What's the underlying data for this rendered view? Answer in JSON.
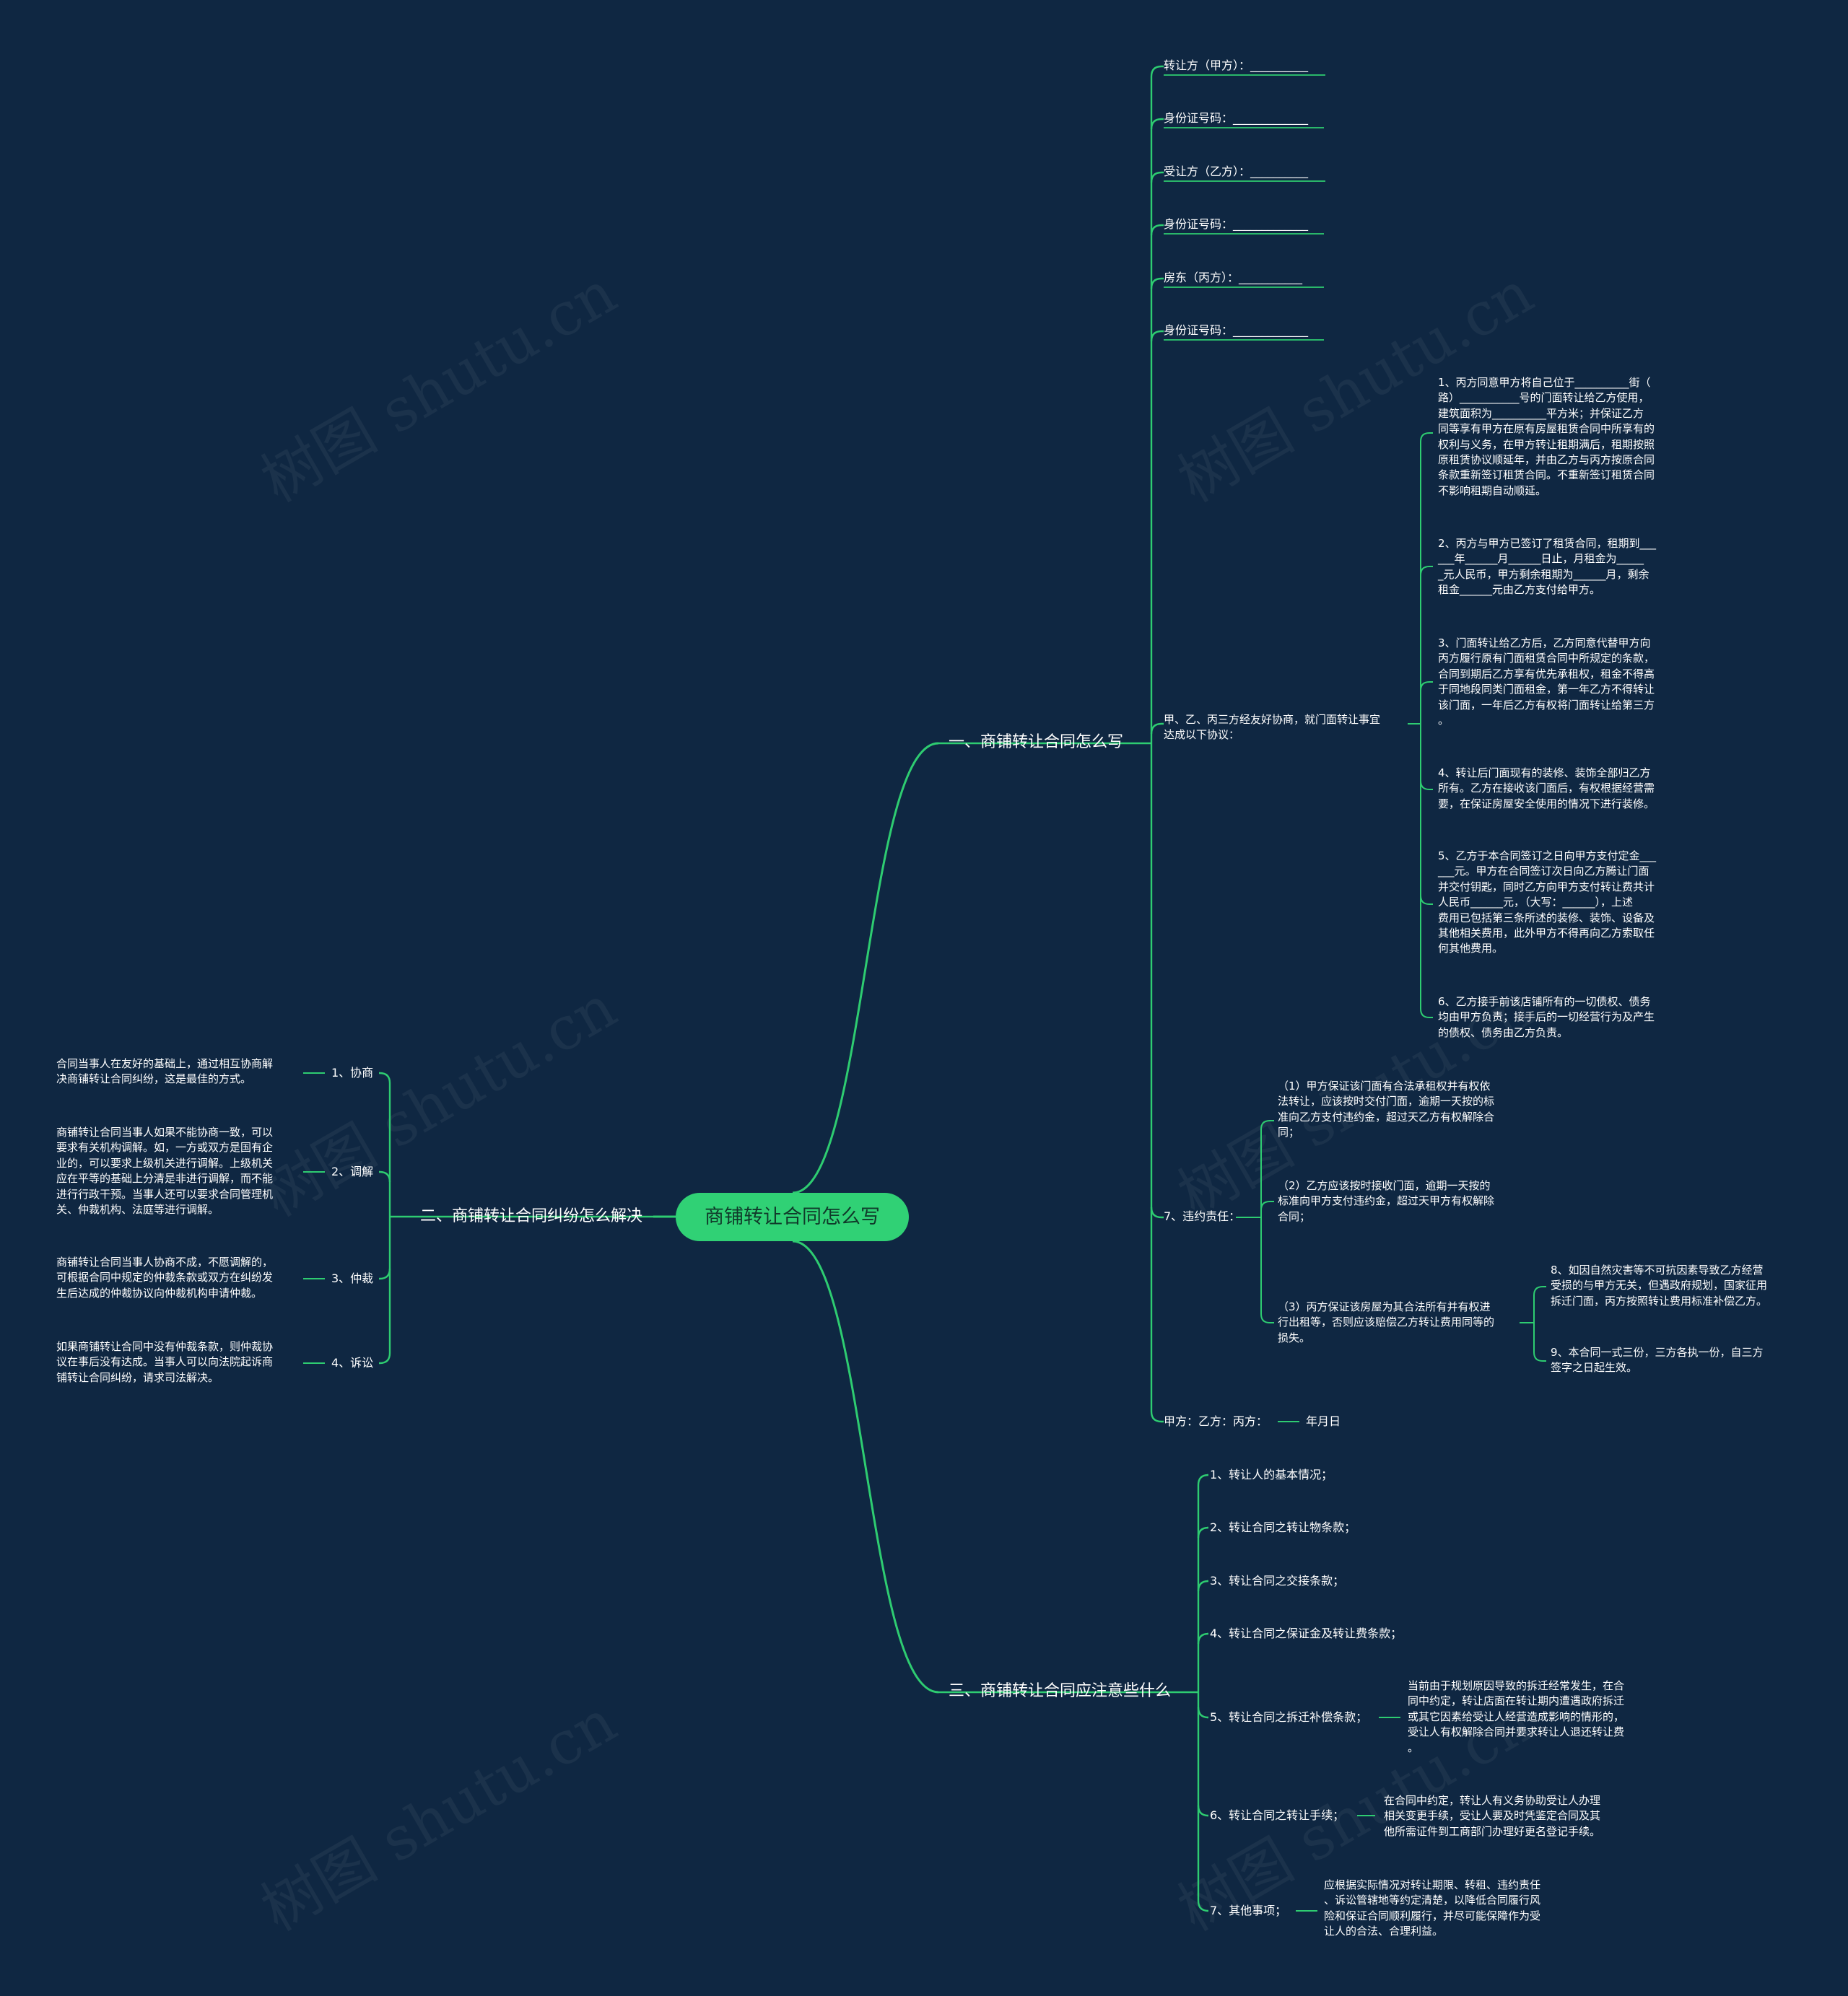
{
  "root": "商铺转让合同怎么写",
  "watermark": "树图 shutu.cn",
  "colors": {
    "background": "#0f2742",
    "root": "#30d175",
    "line": "#2ecc71",
    "text": "#ffffff"
  },
  "branches": {
    "b1": {
      "title": "一、商铺转让合同怎么写",
      "party1": "转让方（甲方）：__________",
      "id1": "身份证号码：_____________",
      "party2": "受让方（乙方）：__________",
      "id2": "身份证号码：_____________",
      "party3": "房东（丙方）：___________",
      "id3": "身份证号码：_____________",
      "agree": "甲、乙、丙三方经友好协商，就门面转让事宜\n达成以下协议：",
      "terms": [
        "1、丙方同意甲方将自己位于__________街（\n路）___________号的门面转让给乙方使用，\n建筑面积为__________平方米；并保证乙方\n同等享有甲方在原有房屋租赁合同中所享有的\n权利与义务，在甲方转让租期满后，租期按照\n原租赁协议顺延年，并由乙方与丙方按原合同\n条款重新签订租赁合同。不重新签订租赁合同\n不影响租期自动顺延。",
        "2、丙方与甲方已签订了租赁合同，租期到___\n___年______月______日止，月租金为_____\n_元人民币，甲方剩余租期为______月，剩余\n租金______元由乙方支付给甲方。",
        "3、门面转让给乙方后，乙方同意代替甲方向\n丙方履行原有门面租赁合同中所规定的条款，\n合同到期后乙方享有优先承租权，租金不得高\n于同地段同类门面租金，第一年乙方不得转让\n该门面，一年后乙方有权将门面转让给第三方\n。",
        "4、转让后门面现有的装修、装饰全部归乙方\n所有。乙方在接收该门面后，有权根据经营需\n要，在保证房屋安全使用的情况下进行装修。",
        "5、乙方于本合同签订之日向甲方支付定金___\n___元。甲方在合同签订次日向乙方腾让门面\n并交付钥匙，同时乙方向甲方支付转让费共计\n人民币______元，（大写：______），上述\n费用已包括第三条所述的装修、装饰、设备及\n其他相关费用，此外甲方不得再向乙方索取任\n何其他费用。",
        "6、乙方接手前该店铺所有的一切债权、债务\n均由甲方负责；接手后的一切经营行为及产生\n的债权、债务由乙方负责。"
      ],
      "breach_label": "7、违约责任：",
      "breach": [
        "（1）甲方保证该门面有合法承租权并有权依\n法转让，应该按时交付门面，逾期一天按的标\n准向乙方支付违约金，超过天乙方有权解除合\n同；",
        "（2）乙方应该按时接收门面，逾期一天按的\n标准向甲方支付违约金，超过天甲方有权解除\n合同；",
        "（3）丙方保证该房屋为其合法所有并有权进\n行出租等，否则应该赔偿乙方转让费用同等的\n损失。"
      ],
      "extra": [
        "8、如因自然灾害等不可抗因素导致乙方经营\n受损的与甲方无关，但遇政府规划，国家征用\n拆迁门面，丙方按照转让费用标准补偿乙方。",
        "9、本合同一式三份，三方各执一份，自三方\n签字之日起生效。"
      ],
      "sign": "甲方：乙方：丙方：",
      "date": "年月日"
    },
    "b2": {
      "title": "二、商铺转让合同纠纷怎么解决",
      "items": [
        {
          "label": "1、协商",
          "text": "合同当事人在友好的基础上，通过相互协商解\n决商铺转让合同纠纷，这是最佳的方式。"
        },
        {
          "label": "2、调解",
          "text": "商铺转让合同当事人如果不能协商一致，可以\n要求有关机构调解。如，一方或双方是国有企\n业的，可以要求上级机关进行调解。上级机关\n应在平等的基础上分清是非进行调解，而不能\n进行行政干预。当事人还可以要求合同管理机\n关、仲裁机构、法庭等进行调解。"
        },
        {
          "label": "3、仲裁",
          "text": "商铺转让合同当事人协商不成，不愿调解的，\n可根据合同中规定的仲裁条款或双方在纠纷发\n生后达成的仲裁协议向仲裁机构申请仲裁。"
        },
        {
          "label": "4、诉讼",
          "text": "如果商铺转让合同中没有仲裁条款，则仲裁协\n议在事后没有达成。当事人可以向法院起诉商\n铺转让合同纠纷，请求司法解决。"
        }
      ]
    },
    "b3": {
      "title": "三、商铺转让合同应注意些什么",
      "items": [
        {
          "label": "1、转让人的基本情况；",
          "text": ""
        },
        {
          "label": "2、转让合同之转让物条款；",
          "text": ""
        },
        {
          "label": "3、转让合同之交接条款；",
          "text": ""
        },
        {
          "label": "4、转让合同之保证金及转让费条款；",
          "text": ""
        },
        {
          "label": "5、转让合同之拆迁补偿条款；",
          "text": "当前由于规划原因导致的拆迁经常发生，在合\n同中约定，转让店面在转让期内遭遇政府拆迁\n或其它因素给受让人经营造成影响的情形的，\n受让人有权解除合同并要求转让人退还转让费\n。"
        },
        {
          "label": "6、转让合同之转让手续；",
          "text": "在合同中约定，转让人有义务协助受让人办理\n相关变更手续，受让人要及时凭鉴定合同及其\n他所需证件到工商部门办理好更名登记手续。"
        },
        {
          "label": "7、其他事项；",
          "text": "应根据实际情况对转让期限、转租、违约责任\n、诉讼管辖地等约定清楚，以降低合同履行风\n险和保证合同顺利履行，并尽可能保障作为受\n让人的合法、合理利益。"
        }
      ]
    }
  }
}
